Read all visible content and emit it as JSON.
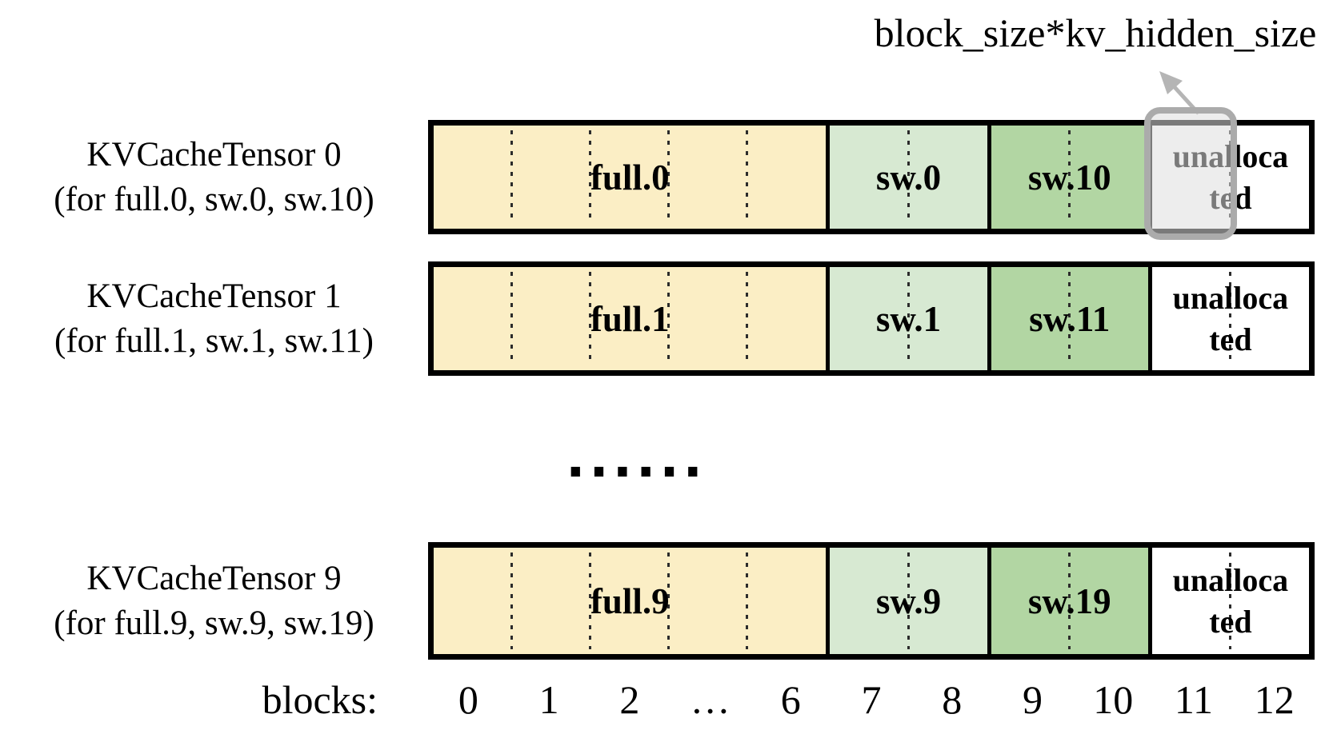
{
  "annotation": {
    "label": "block_size*kv_hidden_size"
  },
  "rows": [
    {
      "title": "KVCacheTensor 0",
      "subtitle": "(for full.0, sw.0, sw.10)",
      "full": "full.0",
      "sw": "sw.0",
      "sw2": "sw.10",
      "unallocated": "unallocated",
      "highlighted": true
    },
    {
      "title": "KVCacheTensor 1",
      "subtitle": "(for full.1, sw.1, sw.11)",
      "full": "full.1",
      "sw": "sw.1",
      "sw2": "sw.11",
      "unallocated": "unallocated",
      "highlighted": false
    },
    {
      "title": "KVCacheTensor 9",
      "subtitle": "(for full.9, sw.9, sw.19)",
      "full": "full.9",
      "sw": "sw.9",
      "sw2": "sw.19",
      "unallocated": "unallocated",
      "highlighted": false
    }
  ],
  "ellipsis": "......",
  "axis": {
    "label": "blocks:",
    "ticks": [
      "0",
      "1",
      "2",
      "…",
      "6",
      "7",
      "8",
      "9",
      "10",
      "11",
      "12"
    ]
  },
  "colors": {
    "full_segment": "#FBEEC5",
    "sw_segment": "#D7E9D2",
    "sw2_segment": "#B2D6A3",
    "unallocated_segment": "#FFFFFF",
    "outline": "#000000",
    "highlight_border": "#ABABAB",
    "highlight_fill": "rgba(222,222,222,0.55)",
    "arrow": "#B5B5B5"
  }
}
